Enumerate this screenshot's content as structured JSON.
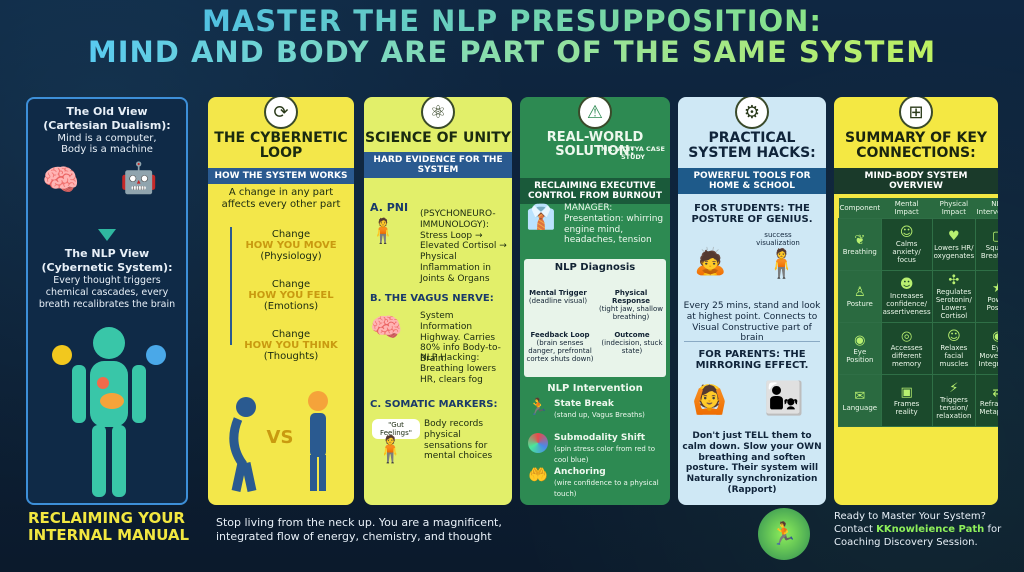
{
  "title": {
    "line1": "MASTER THE NLP PRESUPPOSITION:",
    "line2": "MIND AND BODY ARE PART OF THE SAME SYSTEM"
  },
  "colors": {
    "accent_blue": "#3fb5ff",
    "accent_green": "#9ef06a",
    "yellow": "#f3e74a",
    "dark": "#0d1f33",
    "mid_green": "#2d8a52"
  },
  "old_view": {
    "heading": "The Old View",
    "sub": "(Cartesian Dualism):",
    "desc": "Mind is a computer,\nBody is a machine"
  },
  "nlp_view": {
    "heading": "The NLP View",
    "sub": "(Cybernetic System):",
    "desc": "Every thought triggers chemical cascades, every breath recalibrates the brain"
  },
  "cyber": {
    "title": "THE CYBERNETIC LOOP",
    "header": "HOW THE SYSTEM WORKS",
    "intro": "A change in any part affects every other part",
    "items": [
      {
        "pre": "Change",
        "main": "HOW YOU MOVE",
        "sub": "(Physiology)"
      },
      {
        "pre": "Change",
        "main": "HOW YOU FEEL",
        "sub": "(Emotions)"
      },
      {
        "pre": "Change",
        "main": "HOW YOU THINK",
        "sub": "(Thoughts)"
      }
    ],
    "vs": "VS"
  },
  "science": {
    "title": "SCIENCE OF UNITY",
    "header": "HARD EVIDENCE FOR THE SYSTEM",
    "a_title": "A. PNI",
    "a_text": "(PSYCHONEURO-IMMUNOLOGY): Stress Loop → Elevated Cortisol → Physical Inflammation in Joints & Organs",
    "b_title": "B. THE VAGUS NERVE:",
    "b_text1": "System Information Highway. Carries 80% info Body-to-Brain.",
    "b_text2": "NLP Hacking: Breathing lowers HR, clears fog",
    "c_title": "C. SOMATIC MARKERS:",
    "c_text": "Body records physical sensations for mental choices",
    "c_bubble": "\"Gut Feelings\""
  },
  "solution": {
    "title": "REAL-WORLD SOLUTION:",
    "case": "MR. ADITYA CASE STUDY",
    "header": "RECLAIMING EXECUTIVE CONTROL FROM BURNOUT",
    "manager": "MANAGER: Presentation: whirring engine mind, headaches, tension",
    "diag_title": "NLP Diagnosis",
    "diag": [
      {
        "t": "Mental Trigger",
        "s": "(deadline visual)"
      },
      {
        "t": "Physical Response",
        "s": "(tight jaw, shallow breathing)"
      },
      {
        "t": "Feedback Loop",
        "s": "(brain senses danger, prefrontal cortex shuts down)"
      },
      {
        "t": "Outcome",
        "s": "(indecision, stuck state)"
      }
    ],
    "int_title": "NLP Intervention",
    "int": [
      {
        "t": "State Break",
        "s": "(stand up, Vagus Breaths)"
      },
      {
        "t": "Submodality Shift",
        "s": "(spin stress color from red to cool blue)"
      },
      {
        "t": "Anchoring",
        "s": "(wire confidence to a physical touch)"
      }
    ]
  },
  "hacks": {
    "title": "PRACTICAL SYSTEM HACKS:",
    "header": "POWERFUL TOOLS FOR HOME & SCHOOL",
    "students_title": "FOR STUDENTS: THE POSTURE OF GENIUS.",
    "students_label": "success visualization",
    "students_text": "Every 25 mins, stand and look at highest point. Connects to Visual Constructive part of brain",
    "parents_title": "FOR PARENTS: THE MIRRORING EFFECT.",
    "parents_text": "Don't just TELL them to calm down. Slow your OWN breathing and soften posture. Their system will Naturally synchronization (Rapport)"
  },
  "summary": {
    "title": "SUMMARY OF KEY CONNECTIONS:",
    "header": "MIND-BODY SYSTEM OVERVIEW",
    "cols": [
      "Component",
      "Mental Impact",
      "Physical Impact",
      "NLP Intervention"
    ],
    "rows": [
      {
        "c": "Breathing",
        "m": "Calms anxiety/ focus",
        "p": "Lowers HR/ oxygenates",
        "n": "Square Breathing"
      },
      {
        "c": "Posture",
        "m": "Increases confidence/ assertiveness",
        "p": "Regulates Serotonin/ Lowers Cortisol",
        "n": "Power Posing"
      },
      {
        "c": "Eye Position",
        "m": "Accesses different memory",
        "p": "Relaxes facial muscles",
        "n": "Eye Movement Integration"
      },
      {
        "c": "Language",
        "m": "Frames reality",
        "p": "Triggers tension/ relaxation",
        "n": "Reframing Metaphors"
      }
    ]
  },
  "footer": {
    "title1": "RECLAIMING YOUR",
    "title2": "INTERNAL MANUAL",
    "text": "Stop living from the neck up. You are a magnificent, integrated flow of energy, chemistry, and thought",
    "cta1": "Ready to Master Your System?",
    "cta2a": "Contact ",
    "cta2b": "KKnowleience Path",
    "cta2c": " for",
    "cta3": "Coaching Discovery Session."
  }
}
